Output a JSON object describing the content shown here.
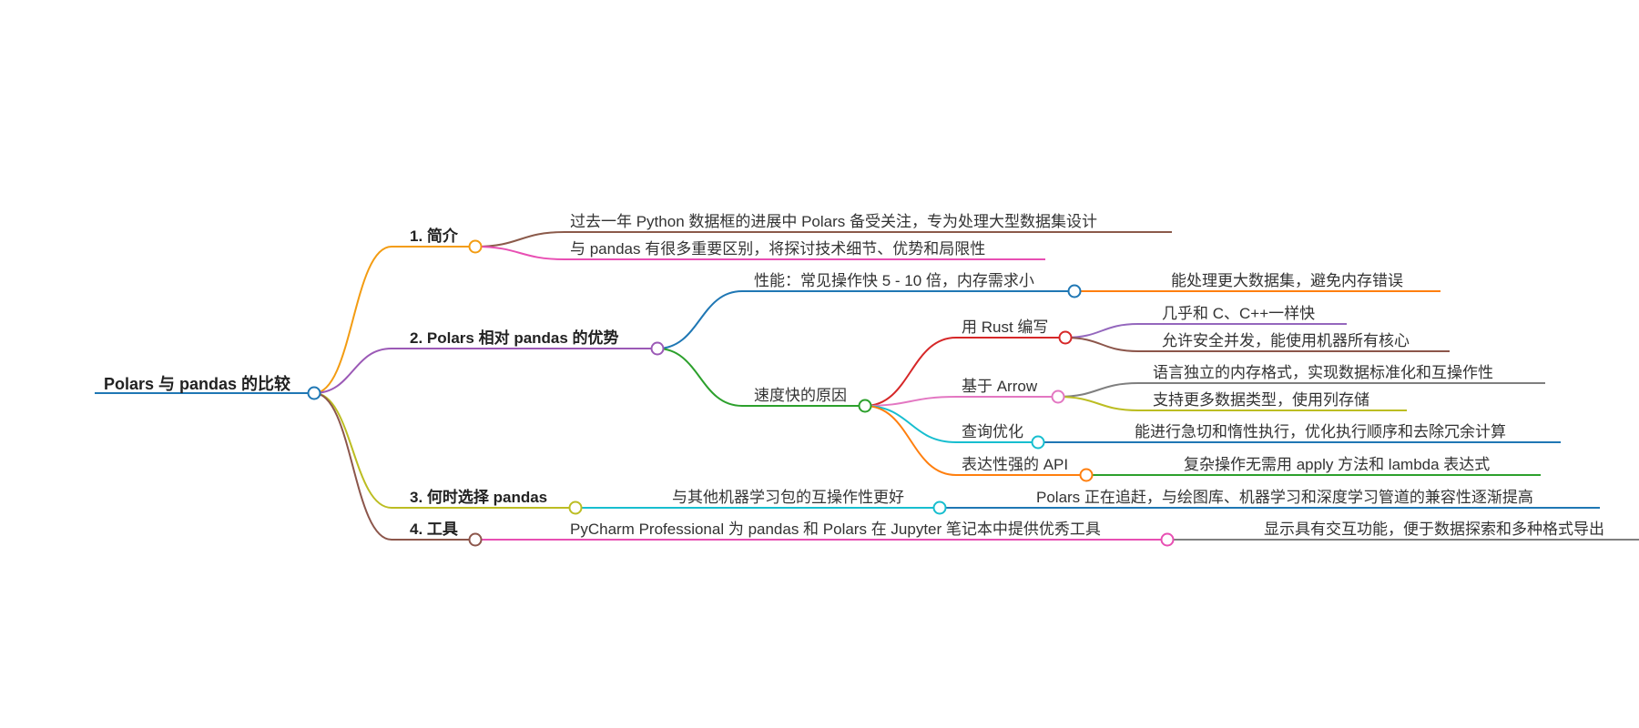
{
  "mindmap": {
    "root": "Polars 与 pandas 的比较",
    "branches": [
      {
        "label": "1. 简介",
        "color": "#f39c12",
        "children": [
          {
            "label": "过去一年 Python 数据框的进展中 Polars 备受关注，专为处理大型数据集设计",
            "color": "#8b5a4a"
          },
          {
            "label": "与 pandas 有很多重要区别，将探讨技术细节、优势和局限性",
            "color": "#e84fb3"
          }
        ]
      },
      {
        "label": "2. Polars 相对 pandas 的优势",
        "color": "#9b59b6",
        "children": [
          {
            "label": "性能：常见操作快 5 - 10 倍，内存需求小",
            "color": "#1f77b4",
            "children": [
              {
                "label": "能处理更大数据集，避免内存错误",
                "color": "#ff7f0e"
              }
            ]
          },
          {
            "label": "速度快的原因",
            "color": "#2ca02c",
            "children": [
              {
                "label": "用 Rust 编写",
                "color": "#d62728",
                "children": [
                  {
                    "label": "几乎和 C、C++一样快",
                    "color": "#9467bd"
                  },
                  {
                    "label": "允许安全并发，能使用机器所有核心",
                    "color": "#8c564b"
                  }
                ]
              },
              {
                "label": "基于 Arrow",
                "color": "#e377c2",
                "children": [
                  {
                    "label": "语言独立的内存格式，实现数据标准化和互操作性",
                    "color": "#7f7f7f"
                  },
                  {
                    "label": "支持更多数据类型，使用列存储",
                    "color": "#bcbd22"
                  }
                ]
              },
              {
                "label": "查询优化",
                "color": "#17becf",
                "children": [
                  {
                    "label": "能进行急切和惰性执行，优化执行顺序和去除冗余计算",
                    "color": "#1f77b4"
                  }
                ]
              },
              {
                "label": "表达性强的 API",
                "color": "#ff7f0e",
                "children": [
                  {
                    "label": "复杂操作无需用 apply 方法和 lambda 表达式",
                    "color": "#2ca02c"
                  }
                ]
              }
            ]
          }
        ]
      },
      {
        "label": "3. 何时选择 pandas",
        "color": "#bcbd22",
        "children": [
          {
            "label": "与其他机器学习包的互操作性更好",
            "color": "#17becf",
            "children": [
              {
                "label": "Polars 正在追赶，与绘图库、机器学习和深度学习管道的兼容性逐渐提高",
                "color": "#1f77b4"
              }
            ]
          }
        ]
      },
      {
        "label": "4. 工具",
        "color": "#8c564b",
        "children": [
          {
            "label": "PyCharm Professional 为 pandas 和 Polars 在 Jupyter 笔记本中提供优秀工具",
            "color": "#e84fb3",
            "children": [
              {
                "label": "显示具有交互功能，便于数据探索和多种格式导出",
                "color": "#7f7f7f"
              }
            ]
          }
        ]
      }
    ],
    "root_color": "#1f77b4"
  }
}
